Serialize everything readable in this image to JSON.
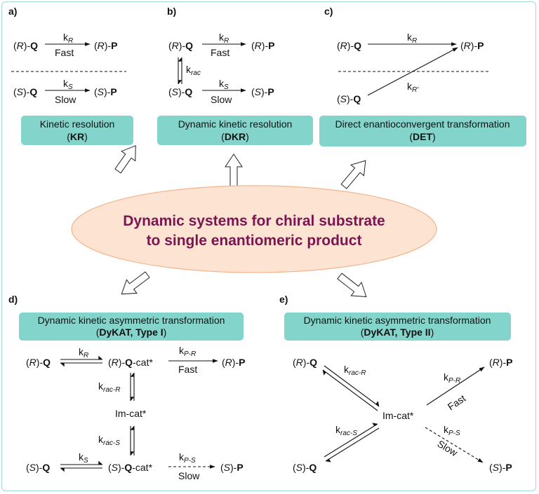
{
  "panels": {
    "a": {
      "letter": "a)",
      "rq": "Q",
      "rp": "P",
      "sq": "Q",
      "sp": "P",
      "r": "R",
      "s": "S",
      "k": "k",
      "k_r_sub": "R",
      "k_s_sub": "S",
      "fast": "Fast",
      "slow": "Slow",
      "box_line1": "Kinetic resolution",
      "box_abbr": "KR"
    },
    "b": {
      "letter": "b)",
      "rq": "Q",
      "rp": "P",
      "sq": "Q",
      "sp": "P",
      "r": "R",
      "s": "S",
      "k": "k",
      "k_r_sub": "R",
      "k_s_sub": "S",
      "k_rac_sub": "rac",
      "fast": "Fast",
      "slow": "Slow",
      "box_line1": "Dynamic kinetic resolution",
      "box_abbr": "DKR"
    },
    "c": {
      "letter": "c)",
      "rq": "Q",
      "rp": "P",
      "sq": "Q",
      "r": "R",
      "s": "S",
      "k": "k",
      "k_r_sub": "R",
      "k_r2_sub": "R'",
      "box_line1": "Direct enantioconvergent transformation",
      "box_abbr": "DET"
    },
    "d": {
      "letter": "d)",
      "box_line1": "Dynamic kinetic asymmetric transformation",
      "box_abbr": "DyKAT, Type I",
      "r": "R",
      "s": "S",
      "q": "Q",
      "p": "P",
      "cat": "-cat*",
      "im": "Im-cat*",
      "k": "k",
      "k_r_sub": "R",
      "k_s_sub": "S",
      "k_pr_sub": "P-R",
      "k_ps_sub": "P-S",
      "k_racr_sub": "rac-R",
      "k_racs_sub": "rac-S",
      "fast": "Fast",
      "slow": "Slow"
    },
    "e": {
      "letter": "e)",
      "box_line1": "Dynamic kinetic asymmetric transformation",
      "box_abbr": "DyKAT, Type II",
      "r": "R",
      "s": "S",
      "q": "Q",
      "p": "P",
      "im": "Im-cat*",
      "k": "k",
      "k_racr_sub": "rac-R",
      "k_racs_sub": "rac-S",
      "k_pr_sub": "P-R",
      "k_ps_sub": "P-S",
      "fast": "Fast",
      "slow": "Slow"
    }
  },
  "center": {
    "line1": "Dynamic systems for chiral substrate",
    "line2": "to single enantiomeric product"
  },
  "colors": {
    "box": "#83d4cb",
    "ellipse_fill": "#fde3d2",
    "ellipse_stroke": "#f4b48c",
    "title": "#7b1450",
    "frame": "#9fd9d4"
  }
}
